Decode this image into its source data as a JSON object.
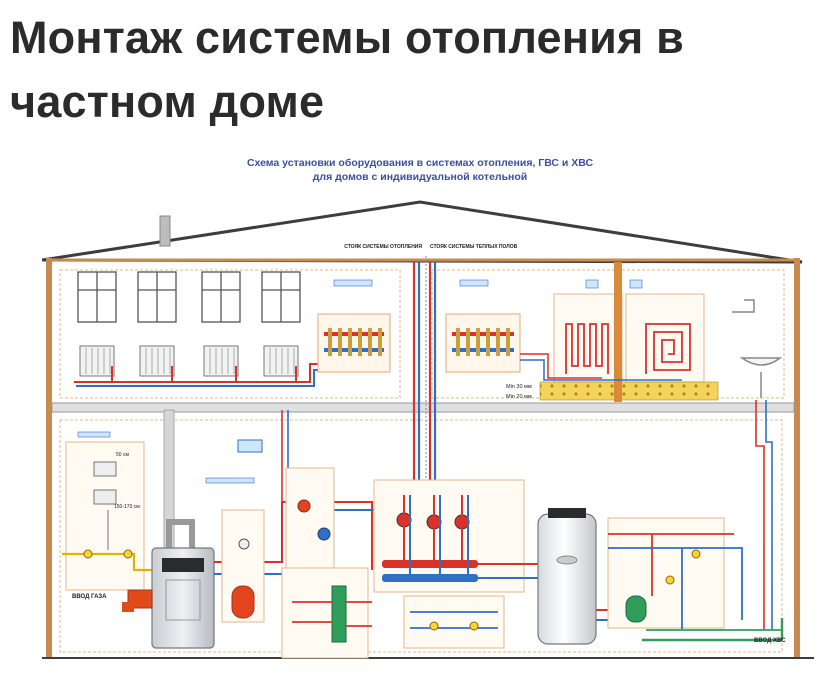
{
  "article": {
    "title": "Монтаж системы отопления в частном доме"
  },
  "diagram": {
    "title_line1": "Схема установки оборудования в системах отопления, ГВС и ХВС",
    "title_line2": "для домов с индивидуальной котельной",
    "riser_heating": "СТОЯК СИСТЕМЫ ОТОПЛЕНИЯ",
    "riser_floor": "СТОЯК СИСТЕМЫ ТЕПЛЫХ ПОЛОВ",
    "min30": "Min 30 мм",
    "min20": "Min 20 мм",
    "gas_input": "ВВОД ГАЗА",
    "water_input": "ВВОД ХВС",
    "dim_50": "50 см",
    "dim_150": "150-170 см",
    "colors": {
      "hot": "#d9322b",
      "cold": "#2f6fc4",
      "wall": "#c98a4f",
      "dash": "#e2b88a",
      "roof": "#3d3d3d",
      "title": "#3b4fa0",
      "boiler_accent": "#e24a1a",
      "tank_red": "#e2451e",
      "tank_green": "#2e9e5a"
    }
  }
}
